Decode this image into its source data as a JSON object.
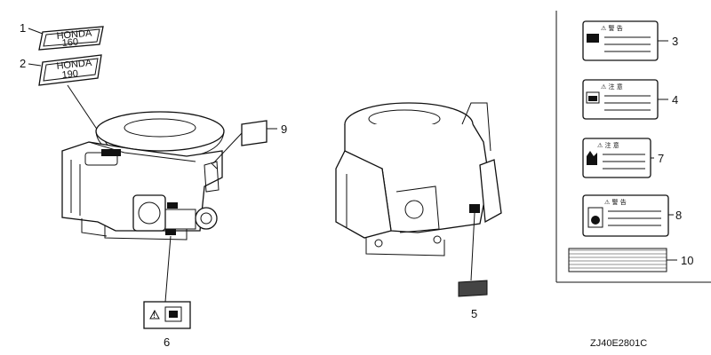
{
  "diagram_code": "ZJ40E2801C",
  "callouts": {
    "c1": "1",
    "c2": "2",
    "c3": "3",
    "c4": "4",
    "c5": "5",
    "c6": "6",
    "c7": "7",
    "c8": "8",
    "c9": "9",
    "c10": "10"
  },
  "emblems": {
    "top_brand": "HONDA",
    "top_model": "160",
    "bottom_brand": "HONDA",
    "bottom_model": "190"
  },
  "warning_labels": {
    "label3_title": "⚠ 警 告",
    "label4_title": "⚠ 注 意",
    "label7_title": "⚠ 注 意",
    "label8_title": "⚠ 警 告"
  }
}
